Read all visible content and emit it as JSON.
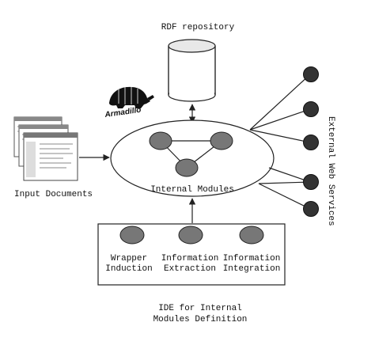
{
  "diagram": {
    "repository_label": "RDF repository",
    "logo_text": "Armadillo",
    "input_label": "Input Documents",
    "core_label": "Internal Modules",
    "services_label": "External Web Services",
    "ide_label_line1": "IDE for Internal",
    "ide_label_line2": "Modules Definition",
    "modules": [
      {
        "line1": "Wrapper",
        "line2": "Induction"
      },
      {
        "line1": "Information",
        "line2": "Extraction"
      },
      {
        "line1": "Information",
        "line2": "Integration"
      }
    ]
  }
}
